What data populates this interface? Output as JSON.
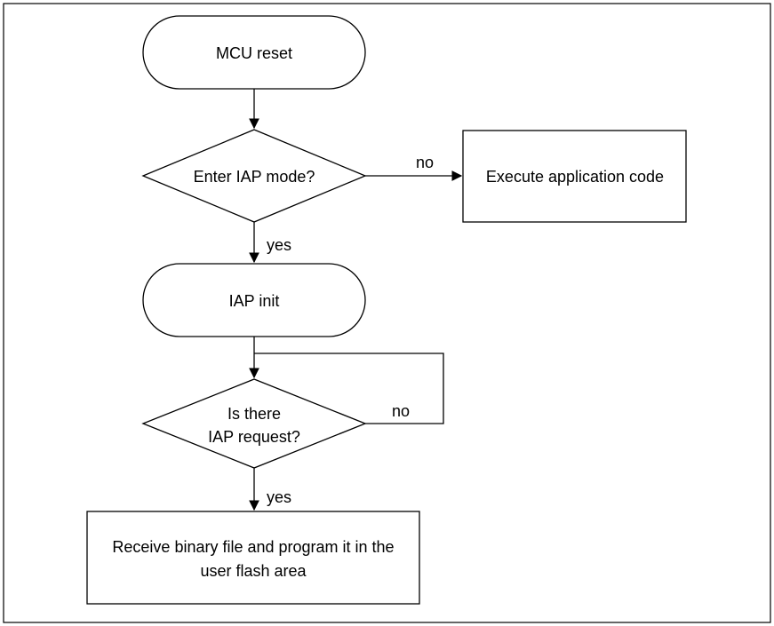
{
  "nodes": {
    "mcu_reset": "MCU reset",
    "enter_iap": "Enter IAP mode?",
    "execute_app": "Execute application code",
    "iap_init": "IAP init",
    "iap_request_line1": "Is there",
    "iap_request_line2": "IAP request?",
    "receive_line1": "Receive binary file and program it in the",
    "receive_line2": "user flash area"
  },
  "edges": {
    "enter_iap_no": "no",
    "enter_iap_yes": "yes",
    "iap_request_no": "no",
    "iap_request_yes": "yes"
  },
  "colors": {
    "stroke": "#000000",
    "fill": "#ffffff"
  }
}
